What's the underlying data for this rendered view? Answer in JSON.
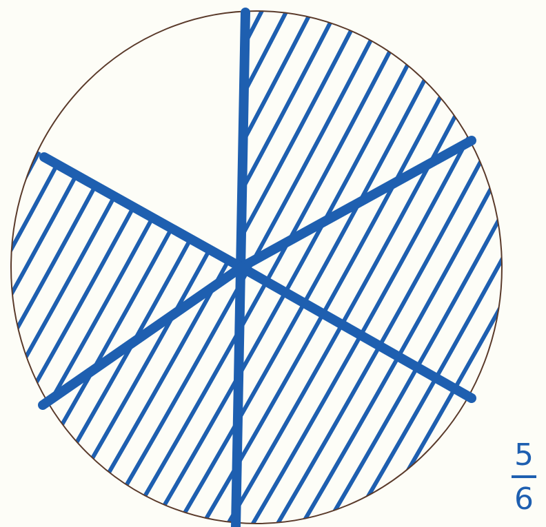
{
  "fraction": {
    "numerator": "5",
    "denominator": "6"
  },
  "pie": {
    "total_parts": 6,
    "shaded_parts": 5,
    "unshaded_part_index": 0
  },
  "colors": {
    "ink": "#1e5fb0",
    "outline": "#5a3a2a",
    "background": "#fdfdf7"
  }
}
